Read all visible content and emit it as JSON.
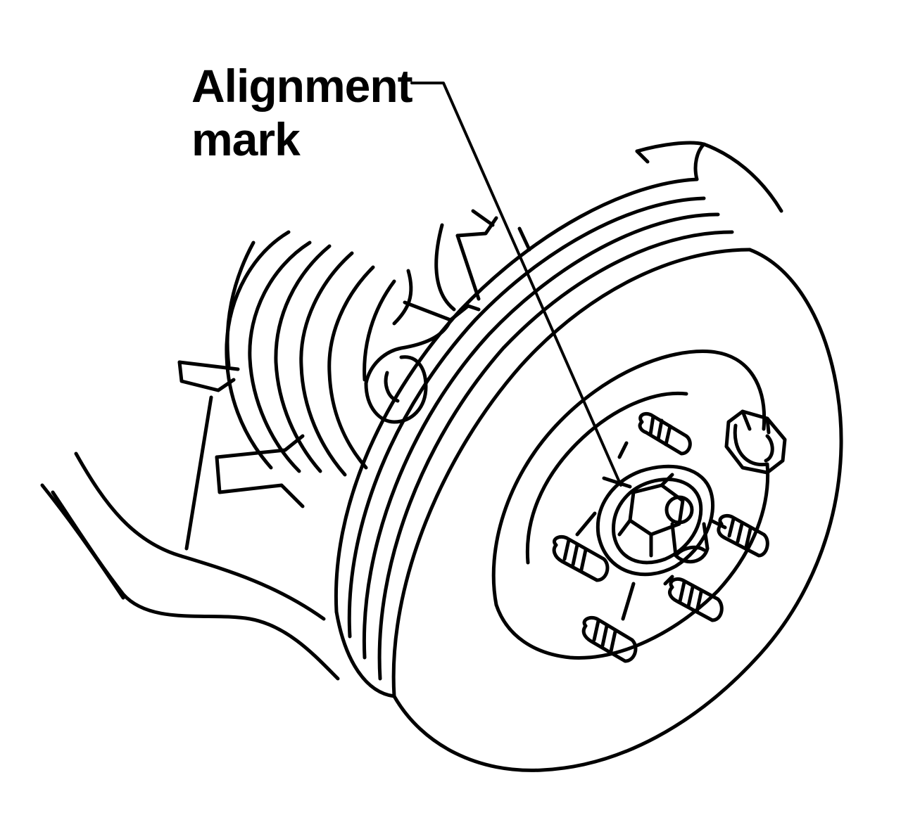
{
  "callout": {
    "line1": "Alignment",
    "line2": "mark"
  },
  "colors": {
    "ink": "#000000",
    "paper": "#ffffff"
  },
  "icons": [
    "brake-disc-rotor",
    "wheel-hub",
    "wheel-stud",
    "lug-nut",
    "drive-shaft-boot",
    "suspension-arm"
  ]
}
